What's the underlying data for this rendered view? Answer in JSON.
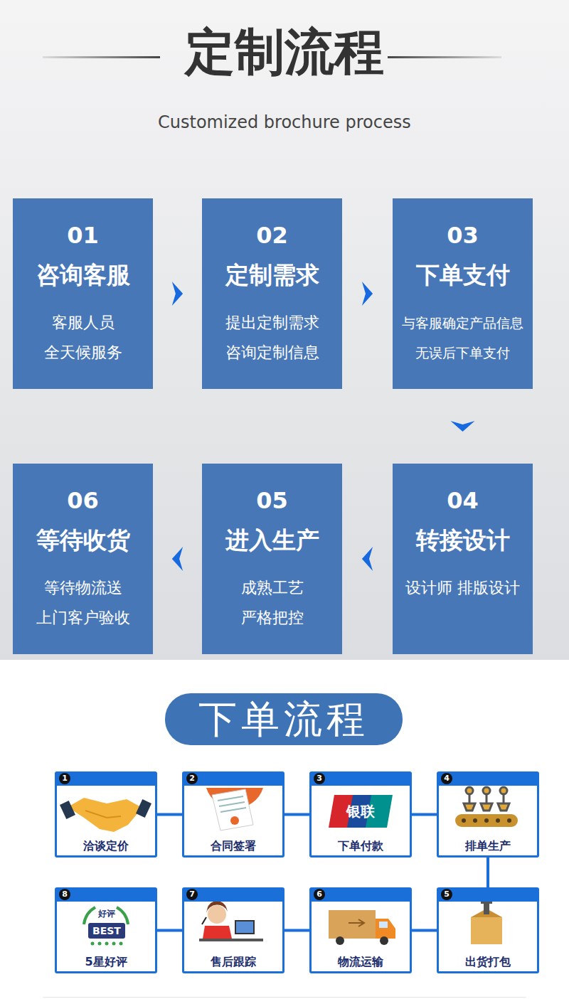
{
  "diagram": {
    "title": "定制流程",
    "nodes": [
      {
        "text": [
          "01",
          "咨询客服",
          "客服人员 全天候服务"
        ]
      },
      {
        "text": [
          "02",
          "定制需求",
          "提出定制需求 咨询定制信息"
        ]
      },
      {
        "text": [
          "03",
          "下单支付",
          "与客服确定产品信息 无误后下单支付"
        ]
      },
      {
        "text": [
          "04",
          "转接设计",
          "设计师 排版设计"
        ]
      },
      {
        "text": [
          "05",
          "进入生产",
          "成熟工艺 严格把控"
        ]
      },
      {
        "text": [
          "06",
          "等待收货",
          "等待物流送 上门客户验收"
        ]
      },
      {
        "text": [
          "下单流程"
        ]
      },
      {
        "text": [
          "1",
          "洽谈定价"
        ]
      },
      {
        "text": [
          "2",
          "合同签署"
        ]
      },
      {
        "text": [
          "3",
          "下单付款"
        ]
      },
      {
        "text": [
          "4",
          "排单生产"
        ]
      },
      {
        "text": [
          "5",
          "出货打包"
        ]
      },
      {
        "text": [
          "6",
          "物流运输"
        ]
      },
      {
        "text": [
          "7",
          "售后跟踪"
        ]
      },
      {
        "text": [
          "8",
          "5星好评"
        ]
      }
    ],
    "edges": [
      {
        "from": 0,
        "to": 1,
        "arrow": "to"
      },
      {
        "from": 1,
        "to": 2,
        "arrow": "to"
      },
      {
        "from": 2,
        "to": 3,
        "arrow": "to"
      },
      {
        "from": 3,
        "to": 4,
        "arrow": "to"
      },
      {
        "from": 4,
        "to": 5,
        "arrow": "to"
      },
      {
        "from": 7,
        "to": 8,
        "arrow": "none"
      },
      {
        "from": 8,
        "to": 9,
        "arrow": "none"
      },
      {
        "from": 9,
        "to": 10,
        "arrow": "none"
      },
      {
        "from": 10,
        "to": 11,
        "arrow": "none"
      },
      {
        "from": 11,
        "to": 12,
        "arrow": "none"
      },
      {
        "from": 12,
        "to": 13,
        "arrow": "none"
      },
      {
        "from": 13,
        "to": 14,
        "arrow": "none"
      }
    ],
    "labels": [
      "Customized brochure process",
      "银联",
      "BEST",
      "好评"
    ]
  }
}
